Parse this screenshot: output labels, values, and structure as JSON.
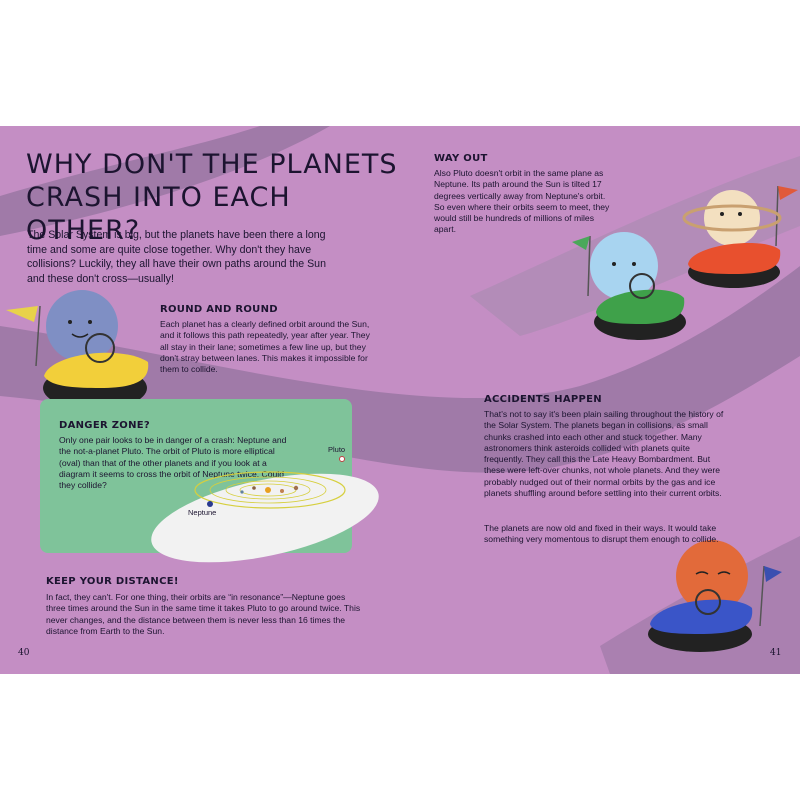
{
  "title": "WHY DON'T THE PLANETS CRASH INTO EACH OTHER?",
  "intro": "The Solar System is big, but the planets have been there a long time and some are quite close together. Why don't they have collisions? Luckily, they all have their own paths around the Sun and these don't cross—usually!",
  "sections": {
    "round": {
      "heading": "ROUND AND ROUND",
      "body": "Each planet has a clearly defined orbit around the Sun, and it follows this path repeatedly, year after year. They all stay in their lane; sometimes a few line up, but they don't stray between lanes. This makes it impossible for them to collide."
    },
    "danger": {
      "heading": "DANGER ZONE?",
      "body": "Only one pair looks to be in danger of a crash: Neptune and the not-a-planet Pluto. The orbit of Pluto is more elliptical (oval) than that of the other planets and if you look at a diagram it seems to cross the orbit of Neptune twice. Could they collide?",
      "label_pluto": "Pluto",
      "label_neptune": "Neptune"
    },
    "distance": {
      "heading": "KEEP YOUR DISTANCE!",
      "body": "In fact, they can't. For one thing, their orbits are “in resonance”—Neptune goes three times around the Sun in the same time it takes Pluto to go around twice. This never changes, and the distance between them is never less than 16 times the distance from Earth to the Sun."
    },
    "wayout": {
      "heading": "WAY OUT",
      "body": "Also Pluto doesn't orbit in the same plane as Neptune. Its path around the Sun is tilted 17 degrees vertically away from Neptune's orbit. So even where their orbits seem to meet, they would still be hundreds of millions of miles apart."
    },
    "accidents": {
      "heading": "ACCIDENTS HAPPEN",
      "body1": "That's not to say it's been plain sailing throughout the history of the Solar System. The planets began in collisions, as small chunks crashed into each other and stuck together. Many astronomers think asteroids collided with planets quite frequently. They call this the Late Heavy Bombardment. But these were left-over chunks, not whole planets. And they were probably nudged out of their normal orbits by the gas and ice planets shuffling around before settling into their current orbits.",
      "body2": "The planets are now old and fixed in their ways. It would take something very momentous to disrupt them enough to collide."
    }
  },
  "page_left": "40",
  "page_right": "41",
  "colors": {
    "page_bg": "#c48ec4",
    "road": "#a07aa8",
    "panel": "#7fc39a",
    "text": "#1c1430"
  }
}
